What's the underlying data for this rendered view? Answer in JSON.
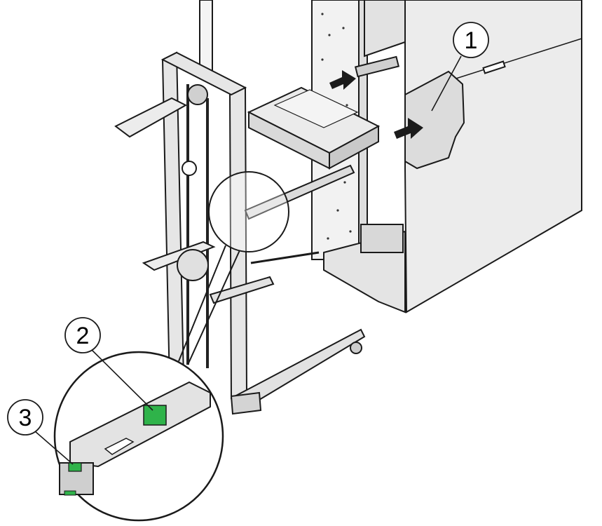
{
  "callouts": [
    {
      "id": "callout-1",
      "label": "1"
    },
    {
      "id": "callout-2",
      "label": "2"
    },
    {
      "id": "callout-3",
      "label": "3"
    }
  ],
  "colors": {
    "line": "#1a1a1a",
    "panel": "#e9e9e9",
    "panel_dark": "#cfcfcf",
    "release_tab_green": "#2fb34a",
    "arrow": "#1b1b1b"
  }
}
